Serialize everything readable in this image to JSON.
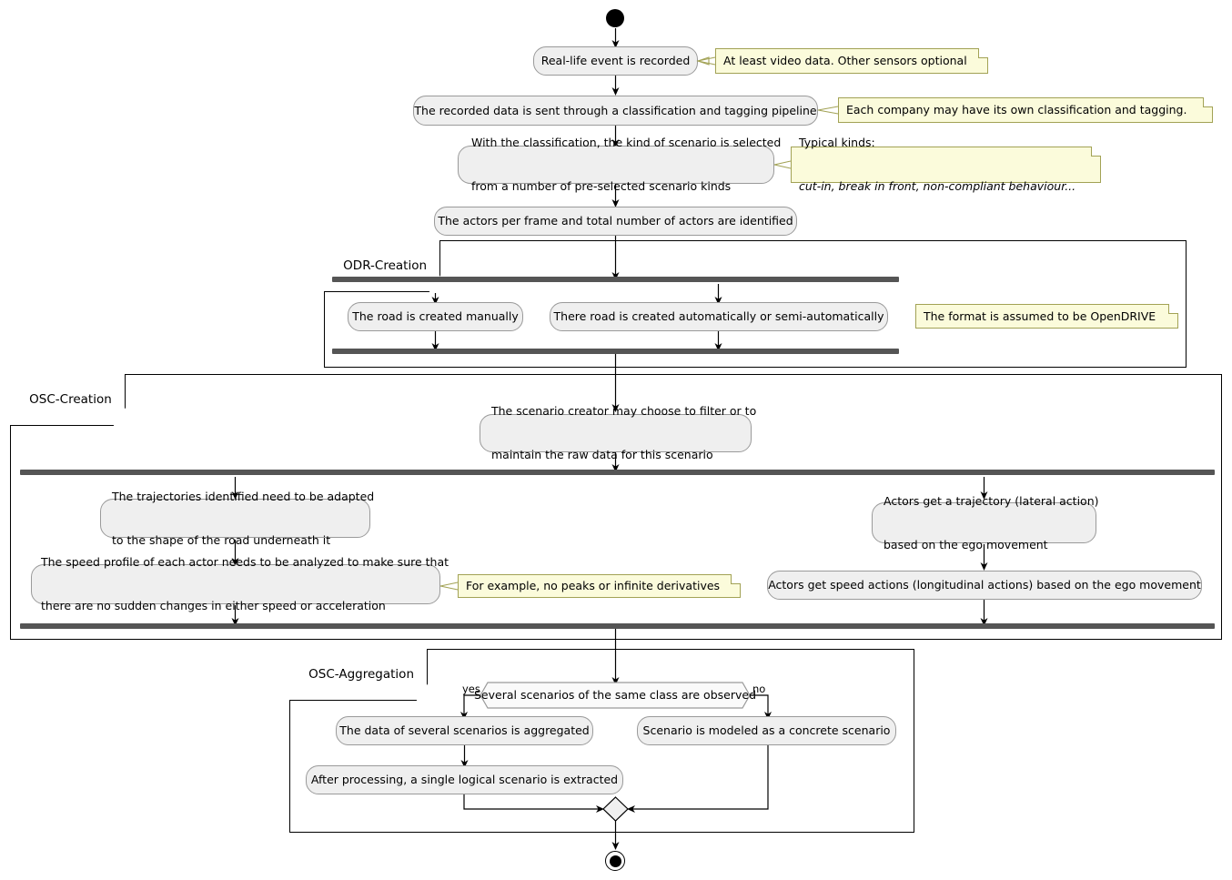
{
  "diagram": {
    "type": "uml-activity-diagram",
    "title": "Scenario creation pipeline"
  },
  "start_node": {
    "name": "start"
  },
  "end_node": {
    "name": "end"
  },
  "activities": {
    "real_life_event": "Real-life event is recorded",
    "classification_pipeline": "The recorded data is sent through a classification and tagging pipeline",
    "kind_of_scenario_line1": "With the classification, the kind of scenario is selected",
    "kind_of_scenario_line2": "from a number of pre-selected scenario kinds",
    "actors_identified": "The actors per frame and total number of actors are identified",
    "road_manual": "The road is created manually",
    "road_auto": "There road is created automatically or semi-automatically",
    "filter_or_maintain_line1": "The scenario creator may choose to filter or to",
    "filter_or_maintain_line2": "maintain the raw data for this scenario",
    "trajectories_adapted_line1": "The trajectories identified need to be adapted",
    "trajectories_adapted_line2": "to the shape of the road underneath it",
    "speed_profile_line1": "The speed profile of each actor needs to be analyzed to make sure that",
    "speed_profile_line2": "there are no sudden changes in either speed or acceleration",
    "actor_trajectory_line1": "Actors get a trajectory (lateral action)",
    "actor_trajectory_line2": "based on the ego movement",
    "actor_speed_actions": "Actors get speed actions (longitudinal actions) based on the ego movement",
    "data_aggregated": "The data of several scenarios is aggregated",
    "logical_scenario": "After processing, a single logical scenario is extracted",
    "concrete_scenario": "Scenario is modeled as a concrete scenario"
  },
  "decision": {
    "condition": "Several scenarios of the same class are observed",
    "yes_label": "yes",
    "no_label": "no"
  },
  "notes": {
    "video_data": "At least video data. Other sensors optional",
    "company_classification": "Each company may have its own classification and tagging.",
    "typical_kinds_line1": "Typical kinds:",
    "typical_kinds_line2": "cut-in, break in front, non-compliant behaviour...",
    "opendrive_format": "The format is assumed to be OpenDRIVE",
    "no_peaks": "For example, no peaks or infinite derivatives"
  },
  "partitions": {
    "odr_creation": "ODR-Creation",
    "osc_creation": "OSC-Creation",
    "osc_aggregation": "OSC-Aggregation"
  },
  "colors": {
    "activity_fill": "#EFEFEF",
    "activity_border": "#9A9A9A",
    "note_fill": "#FBFBDB",
    "note_border": "#A2A255",
    "bar_fill": "#555555",
    "line": "#000000",
    "partition_border": "#000000",
    "background": "#FFFFFF"
  }
}
